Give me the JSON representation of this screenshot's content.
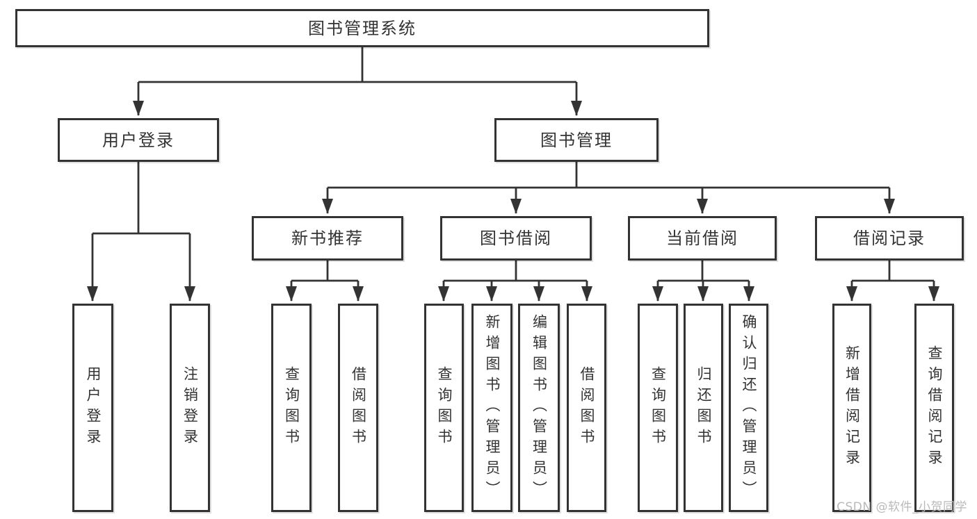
{
  "watermark": "CSDN @软件_小贺同学",
  "colors": {
    "line": "#333333",
    "text": "#333333",
    "watermark": "#b9b9b9",
    "background": "#ffffff"
  },
  "tree": {
    "root": {
      "label": "图书管理系统"
    },
    "children": [
      {
        "label": "用户登录",
        "children": [
          {
            "label": "用户登录"
          },
          {
            "label": "注销登录"
          }
        ]
      },
      {
        "label": "图书管理",
        "children": [
          {
            "label": "新书推荐",
            "children": [
              {
                "label": "查询图书"
              },
              {
                "label": "借阅图书"
              }
            ]
          },
          {
            "label": "图书借阅",
            "children": [
              {
                "label": "查询图书"
              },
              {
                "label": "新增图书（管理员）"
              },
              {
                "label": "编辑图书（管理员）"
              },
              {
                "label": "借阅图书"
              }
            ]
          },
          {
            "label": "当前借阅",
            "children": [
              {
                "label": "查询图书"
              },
              {
                "label": "归还图书"
              },
              {
                "label": "确认归还（管理员）"
              }
            ]
          },
          {
            "label": "借阅记录",
            "children": [
              {
                "label": "新增借阅记录"
              },
              {
                "label": "查询借阅记录"
              }
            ]
          }
        ]
      }
    ]
  }
}
